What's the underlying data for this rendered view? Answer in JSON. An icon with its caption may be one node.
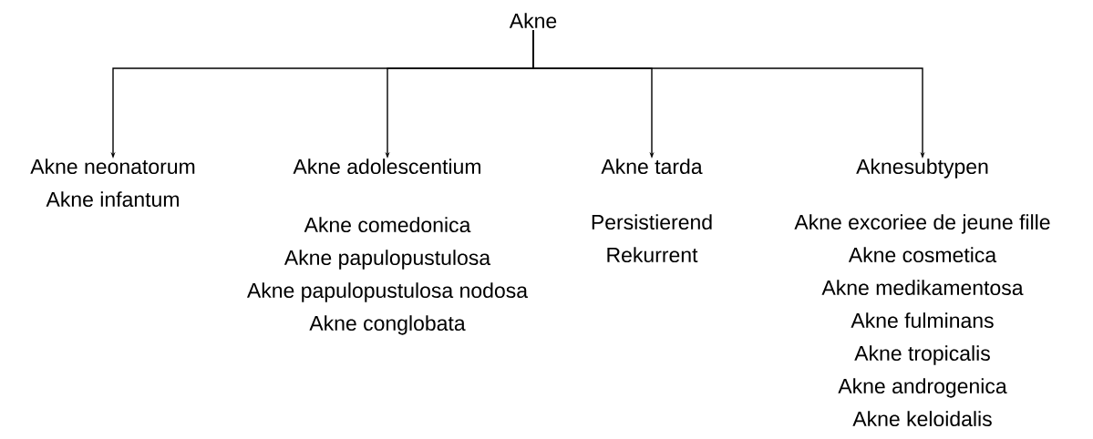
{
  "diagram": {
    "nodes": [
      {
        "text": [
          "Akne"
        ]
      },
      {
        "text": [
          "Akne neonatorum",
          "Akne infantum"
        ]
      },
      {
        "text": [
          "Akne adolescentium",
          "Akne comedonica",
          "Akne papulopustulosa",
          "Akne papulopustulosa nodosa",
          "Akne conglobata"
        ]
      },
      {
        "text": [
          "Akne tarda",
          "Persistierend",
          "Rekurrent"
        ]
      },
      {
        "text": [
          "Aknesubtypen",
          "Akne excoriee de jeune fille",
          "Akne cosmetica",
          "Akne medikamentosa",
          "Akne fulminans",
          "Akne tropicalis",
          "Akne androgenica",
          "Akne keloidalis"
        ]
      }
    ],
    "edges": [
      {
        "from": 0,
        "to": 1,
        "arrow": "to"
      },
      {
        "from": 0,
        "to": 2,
        "arrow": "to"
      },
      {
        "from": 0,
        "to": 3,
        "arrow": "to"
      },
      {
        "from": 0,
        "to": 4,
        "arrow": "to"
      }
    ]
  }
}
